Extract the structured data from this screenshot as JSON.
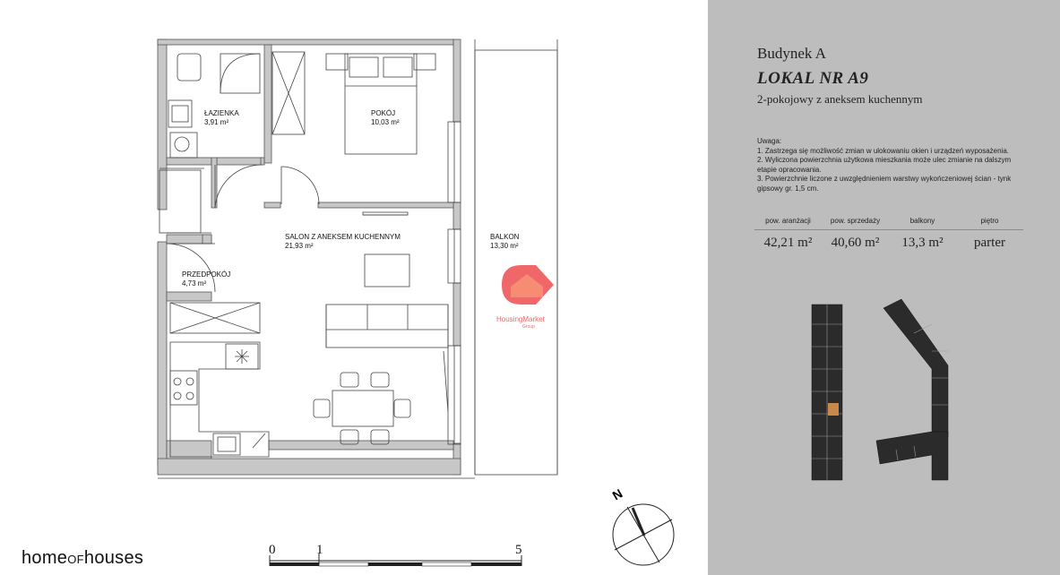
{
  "plan": {
    "rooms": [
      {
        "id": "lazienka",
        "name": "ŁAZIENKA",
        "area": "3,91 m²"
      },
      {
        "id": "pokoj",
        "name": "POKÓJ",
        "area": "10,03 m²"
      },
      {
        "id": "salon",
        "name": "SALON Z ANEKSEM KUCHENNYM",
        "area": "21,93 m²"
      },
      {
        "id": "balkon",
        "name": "BALKON",
        "area": "13,30 m²"
      },
      {
        "id": "przedpokoj",
        "name": "PRZEDPOKÓJ",
        "area": "4,73 m²"
      }
    ],
    "watermark": "HousingMarket",
    "watermark_sub": "Group",
    "compass_label": "N"
  },
  "brand": {
    "part1": "home",
    "part2": "OF",
    "part3": "houses"
  },
  "scale": {
    "labels": [
      "0",
      "1",
      "5"
    ]
  },
  "info": {
    "building": "Budynek A",
    "unit": "LOKAL NR A9",
    "rooms_desc": "2-pokojowy z aneksem kuchennym",
    "notes_title": "Uwaga:",
    "notes": [
      "1. Zastrzega się możliwość zmian w ulokowaniu okien i urządzeń wyposażenia.",
      "2. Wyliczona powierzchnia użytkowa mieszkania może ulec zmianie na dalszym etapie opracowania.",
      "3. Powierzchnie liczone z uwzględnieniem warstwy wykończeniowej ścian - tynk gipsowy gr. 1,5 cm."
    ],
    "stats_headers": [
      "pow. aranżacji",
      "pow. sprzedaży",
      "balkony",
      "piętro"
    ],
    "stats_values": [
      "42,21 m²",
      "40,60 m²",
      "13,3 m²",
      "parter"
    ]
  },
  "colors": {
    "panel": "#bdbdbd",
    "wall": "#c7c7c7",
    "highlight": "#c8884a",
    "watermark": "#f0676a"
  }
}
